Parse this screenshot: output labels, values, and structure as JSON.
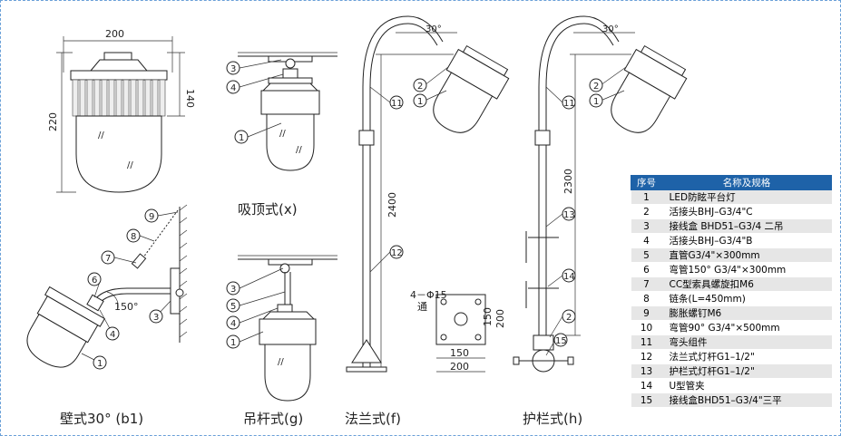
{
  "dimensions": {
    "width_200": "200",
    "height_140": "140",
    "height_220": "220",
    "angle_30a": "30°",
    "angle_30b": "30°",
    "angle_150": "150°",
    "height_2400": "2400",
    "height_2300": "2300",
    "hole": "4－Φ15",
    "hole_note": "通",
    "base_150": "150",
    "base_200": "200",
    "base_v150": "150",
    "base_v200": "200"
  },
  "captions": {
    "wall": "壁式30° (b1)",
    "ceiling": "吸顶式(x)",
    "pendant": "吊杆式(g)",
    "flange": "法兰式(f)",
    "guardrail": "护栏式(h)"
  },
  "callouts": {
    "c1": "1",
    "c2": "2",
    "c3": "3",
    "c4": "4",
    "c5": "5",
    "c6": "6",
    "c7": "7",
    "c8": "8",
    "c9": "9",
    "c11": "11",
    "c12": "12",
    "c13": "13",
    "c14": "14",
    "c15": "15"
  },
  "parts_table": {
    "header_no": "序号",
    "header_name": "名称及规格",
    "rows": [
      {
        "no": "1",
        "name": "LED防眩平台灯"
      },
      {
        "no": "2",
        "name": "活接头BHJ–G3/4\"C"
      },
      {
        "no": "3",
        "name": "接线盒 BHD51–G3/4 二吊"
      },
      {
        "no": "4",
        "name": "活接头BHJ–G3/4\"B"
      },
      {
        "no": "5",
        "name": "直管G3/4\"×300mm"
      },
      {
        "no": "6",
        "name": "弯管150° G3/4\"×300mm"
      },
      {
        "no": "7",
        "name": "CC型索具螺旋扣M6"
      },
      {
        "no": "8",
        "name": "链条(L=450mm)"
      },
      {
        "no": "9",
        "name": "膨胀螺钉M6"
      },
      {
        "no": "10",
        "name": "弯管90° G3/4\"×500mm"
      },
      {
        "no": "11",
        "name": "弯头组件"
      },
      {
        "no": "12",
        "name": "法兰式灯杆G1–1/2\""
      },
      {
        "no": "13",
        "name": "护栏式灯杆G1–1/2\""
      },
      {
        "no": "14",
        "name": "U型管夹"
      },
      {
        "no": "15",
        "name": "接线盒BHD51–G3/4\"三平"
      }
    ]
  }
}
